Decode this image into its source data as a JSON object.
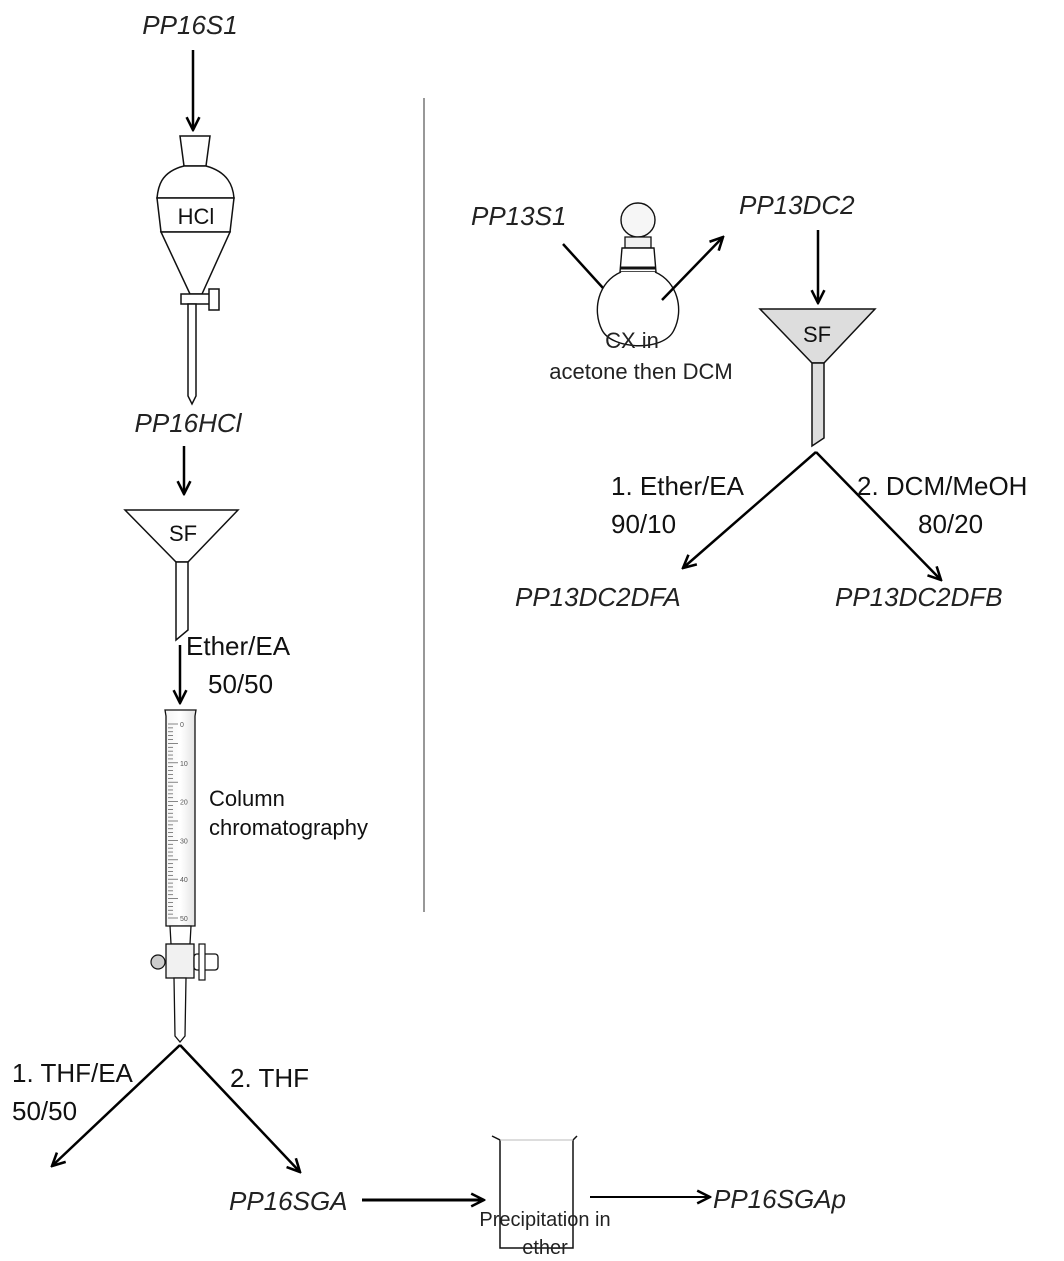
{
  "left": {
    "start": "PP16S1",
    "funnel_label": "HCl",
    "after_funnel": "PP16HCl",
    "sf_label": "SF",
    "eluent_line1": "Ether/EA",
    "eluent_line2": "50/50",
    "column_line1": "Column",
    "column_line2": "chromatography",
    "column_ticks": [
      "0",
      "10",
      "20",
      "30",
      "40",
      "50"
    ],
    "branch1_line1": "1. THF/EA",
    "branch1_line2": "50/50",
    "branch2": "2. THF",
    "product": "PP16SGA",
    "precip_line1": "Precipitation in",
    "precip_line2": "ether",
    "final": "PP16SGAp"
  },
  "right": {
    "start": "PP13S1",
    "flask_line1": "CX in",
    "flask_line2": "acetone then DCM",
    "intermediate": "PP13DC2",
    "sf_label": "SF",
    "branch1_line1": "1. Ether/EA",
    "branch1_line2": "90/10",
    "branch2_line1": "2. DCM/MeOH",
    "branch2_line2": "80/20",
    "product_a": "PP13DC2DFA",
    "product_b": "PP13DC2DFB"
  }
}
